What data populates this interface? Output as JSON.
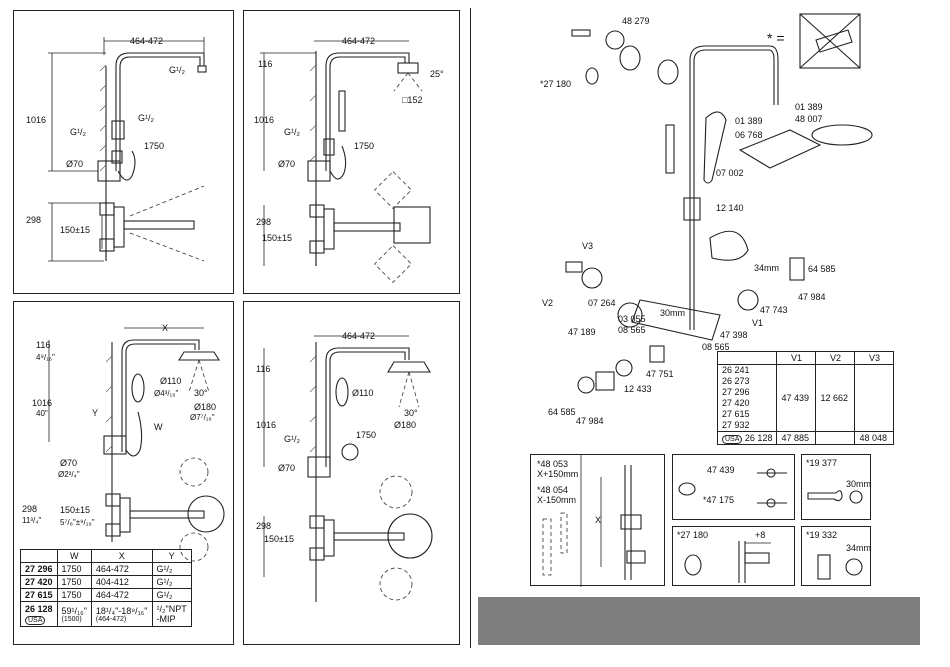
{
  "panel_tl": {
    "width_dim": "464-472",
    "thread_top": "G¹/₂",
    "thread_mid": "G¹/₂",
    "thread_left": "G¹/₂",
    "height": "1016",
    "hose": "1750",
    "diameter": "Ø70",
    "lower_height": "298",
    "spacing": "150±15"
  },
  "panel_tr": {
    "width_dim": "464-472",
    "top_h": "116",
    "angle": "25°",
    "head_size": "□152",
    "height": "1016",
    "thread": "G¹/₂",
    "hose": "1750",
    "diameter": "Ø70",
    "lower_height": "298",
    "spacing": "150±15"
  },
  "panel_bl": {
    "x": "X",
    "top_h": "116",
    "top_h_in": "4⁹/₁₆\"",
    "height": "1016",
    "height_in": "40\"",
    "y": "Y",
    "w": "W",
    "d_hand": "Ø110",
    "d_hand_in": "Ø4³/₁₆\"",
    "angle": "30°",
    "d_head": "Ø180",
    "d_head_in": "Ø7⁷/₁₆\"",
    "diameter": "Ø70",
    "diameter_in": "Ø2³/₄\"",
    "lower_height": "298",
    "lower_height_in": "11³/₄\"",
    "spacing": "150±15",
    "spacing_in": "5⁷/₈\"±⁹/₁₆\"",
    "table": {
      "headers": [
        "",
        "W",
        "X",
        "Y"
      ],
      "rows": [
        [
          "27 296",
          "1750",
          "464-472",
          "G¹/₂"
        ],
        [
          "27 420",
          "1750",
          "404-412",
          "G¹/₂"
        ],
        [
          "27 615",
          "1750",
          "464-472",
          "G¹/₂"
        ]
      ],
      "last_row": {
        "code": "26 128",
        "badge": "USA",
        "w": "59¹/₁₆\"",
        "w_sub": "(1500)",
        "x": "18¹/₄\"-18⁹/₁₆\"",
        "x_sub": "(464-472)",
        "y": "¹/₂\"NPT",
        "y_sub": "-MIP"
      }
    }
  },
  "panel_br": {
    "width_dim": "464-472",
    "top_h": "116",
    "d_hand": "Ø110",
    "angle": "30°",
    "d_head": "Ø180",
    "height": "1016",
    "hose": "1750",
    "thread": "G¹/₂",
    "diameter": "Ø70",
    "lower_height": "298",
    "spacing": "150±15"
  },
  "exploded": {
    "star_eq": "* =",
    "parts": [
      "48 279",
      "*27 180",
      "01 389",
      "06 768",
      "01 389",
      "48 007",
      "07 002",
      "12 140",
      "V3",
      "V2",
      "07 264",
      "47 189",
      "30mm",
      "03 055",
      "08 565",
      "47 398",
      "V1",
      "34mm",
      "47 743",
      "64 585",
      "47 984",
      "08 565",
      "47 751",
      "12 433",
      "64 585",
      "47 984"
    ]
  },
  "vtable": {
    "headers": [
      "",
      "V1",
      "V2",
      "V3"
    ],
    "codes": [
      "26 241",
      "26 273",
      "27 296",
      "27 420",
      "27 615",
      "27 932"
    ],
    "v1": "47 439",
    "v2": "12 662",
    "usa_badge": "USA",
    "usa_code": "26 128",
    "usa_v1": "47 885",
    "usa_v3": "48 048"
  },
  "acc": {
    "ext1": "*48 053",
    "ext1_size": "X+150mm",
    "ext2": "*48 054",
    "ext2_size": "X-150mm",
    "x": "X",
    "p1": "47 439",
    "p2": "*47 175",
    "p3": "*19 377",
    "p3_size": "30mm",
    "p4": "*27 180",
    "p4_dim": "+8",
    "p5": "*19 332",
    "p5_size": "34mm"
  }
}
